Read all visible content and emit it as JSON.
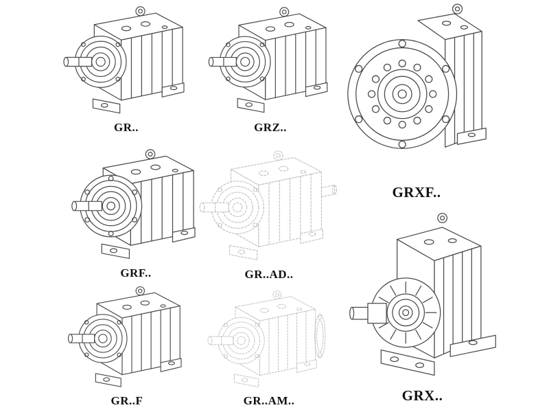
{
  "page": {
    "background": "#ffffff"
  },
  "colors": {
    "page": "#ffffff",
    "line": "#4a4a4a",
    "ghost": "#c6c6c6",
    "label": "#111111"
  },
  "catalog": {
    "items": [
      {
        "label": "GR..",
        "drawing": "helical-gearbox-foot-mounted-isometric"
      },
      {
        "label": "GRZ..",
        "drawing": "helical-gearbox-foot-mounted-large-isometric"
      },
      {
        "label": "GRXF..",
        "drawing": "helical-gearbox-output-flange-front-view"
      },
      {
        "label": "GRF..",
        "drawing": "helical-gearbox-input-flange-isometric"
      },
      {
        "label": "GR..AD..",
        "drawing": "helical-gearbox-shaft-adapter-phantom-outline"
      },
      {
        "label": "GR..F",
        "drawing": "helical-gearbox-foot-mounted-isometric"
      },
      {
        "label": "GR..AM..",
        "drawing": "helical-gearbox-motor-adapter-flange-phantom-outline"
      },
      {
        "label": "GRX..",
        "drawing": "helical-gearbox-finned-housing-isometric"
      }
    ]
  }
}
